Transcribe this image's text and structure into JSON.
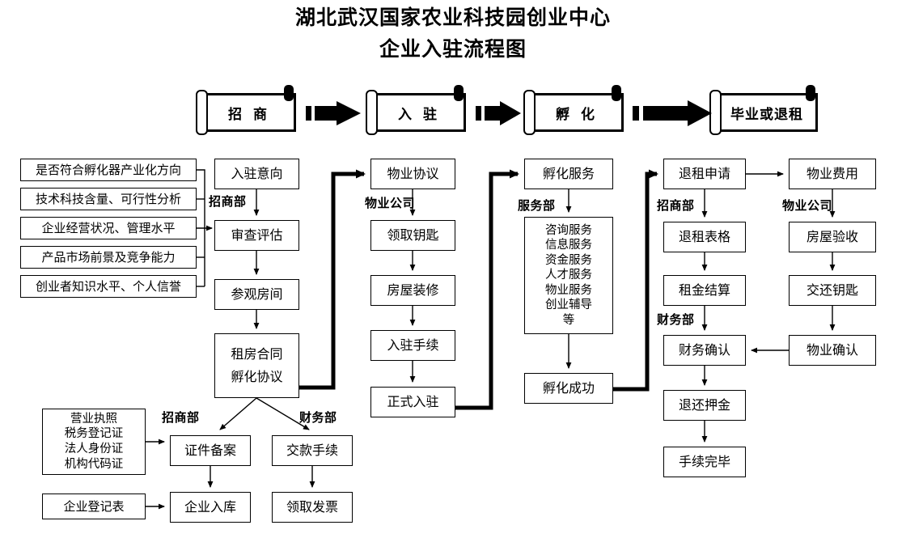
{
  "title": {
    "line1": "湖北武汉国家农业科技园创业中心",
    "line2": "企业入驻流程图"
  },
  "banners": [
    {
      "label": "招  商"
    },
    {
      "label": "入  驻"
    },
    {
      "label": "孵  化"
    },
    {
      "label": "毕业或退租"
    }
  ],
  "criteria": [
    {
      "label": "是否符合孵化器产业化方向"
    },
    {
      "label": "技术科技含量、可行性分析"
    },
    {
      "label": "企业经营状况、管理水平"
    },
    {
      "label": "产品市场前景及竞争能力"
    },
    {
      "label": "创业者知识水平、个人信誉"
    }
  ],
  "col_intake": {
    "dept": "招商部",
    "steps": [
      {
        "label": "入驻意向"
      },
      {
        "label": "审查评估"
      },
      {
        "label": "参观房间"
      }
    ],
    "contract_line1": "租房合同",
    "contract_line2": "孵化协议"
  },
  "col_property": {
    "dept": "物业公司",
    "steps": [
      {
        "label": "物业协议"
      },
      {
        "label": "领取钥匙"
      },
      {
        "label": "房屋装修"
      },
      {
        "label": "入驻手续"
      },
      {
        "label": "正式入驻"
      }
    ]
  },
  "col_service": {
    "dept": "服务部",
    "head": "孵化服务",
    "services": [
      "咨询服务",
      "信息服务",
      "资金服务",
      "人才服务",
      "物业服务",
      "创业辅导",
      "等"
    ],
    "tail": "孵化成功"
  },
  "col_exit": {
    "dept_top": "招商部",
    "dept_mid": "财务部",
    "steps": [
      {
        "label": "退租申请"
      },
      {
        "label": "退租表格"
      },
      {
        "label": "租金结算"
      },
      {
        "label": "财务确认"
      },
      {
        "label": "退还押金"
      },
      {
        "label": "手续完毕"
      }
    ]
  },
  "col_exit_property": {
    "dept": "物业公司",
    "steps": [
      {
        "label": "物业费用"
      },
      {
        "label": "房屋验收"
      },
      {
        "label": "交还钥匙"
      },
      {
        "label": "物业确认"
      }
    ]
  },
  "bottom": {
    "dept_left": "招商部",
    "dept_right": "财务部",
    "documents": [
      "营业执照",
      "税务登记证",
      "法人身份证",
      "机构代码证"
    ],
    "registration_form": "企业登记表",
    "filing": "证件备案",
    "enter_db": "企业入库",
    "payment": "交款手续",
    "invoice": "领取发票"
  }
}
